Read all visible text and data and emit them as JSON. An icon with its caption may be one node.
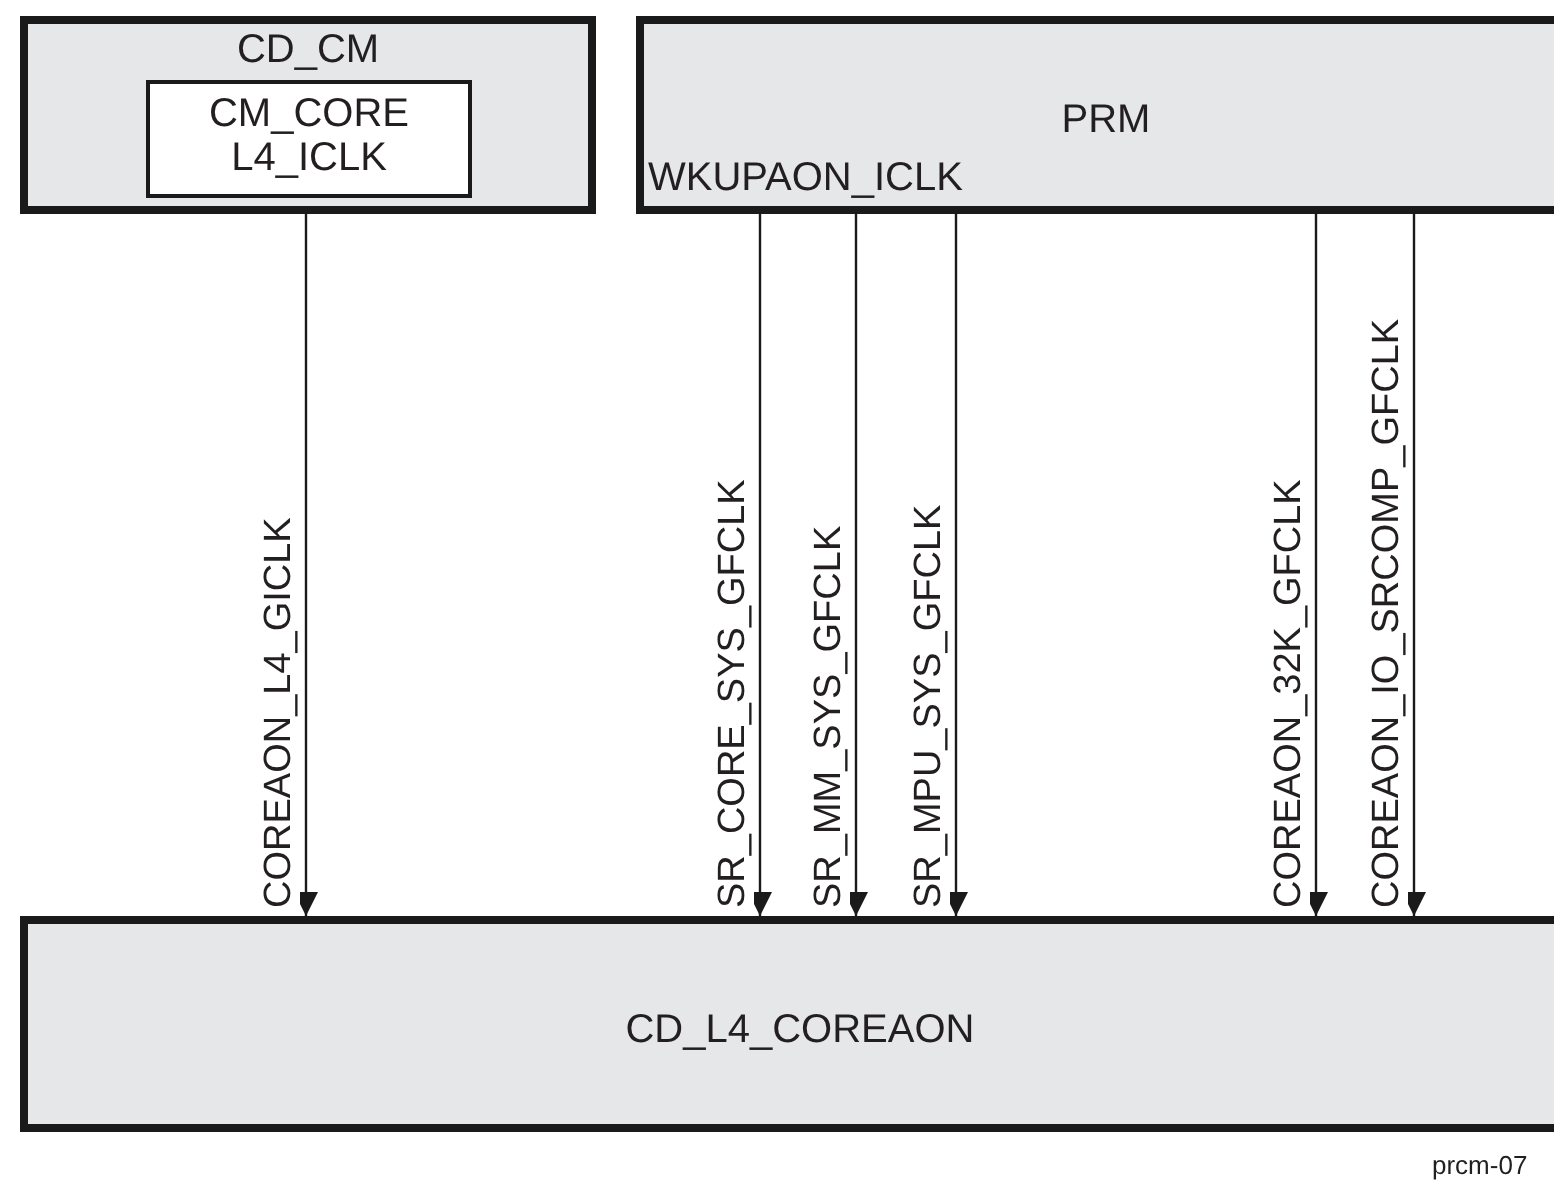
{
  "diagram": {
    "nodes": [
      {
        "text": [
          "CD_CM"
        ]
      },
      {
        "text": [
          "CM_CORE L4_ICLK"
        ],
        "in": 0
      },
      {
        "text": [
          "PRM",
          "WKUPAON_ICLK"
        ]
      },
      {
        "text": [
          "CD_L4_COREAON"
        ]
      }
    ],
    "edges": [
      {
        "from": 1,
        "to": 3,
        "arrow": "to",
        "label": "COREAON_L4_GICLK"
      },
      {
        "from": 2,
        "to": 3,
        "arrow": "to",
        "label": "SR_CORE_SYS_GFCLK"
      },
      {
        "from": 2,
        "to": 3,
        "arrow": "to",
        "label": "SR_MM_SYS_GFCLK"
      },
      {
        "from": 2,
        "to": 3,
        "arrow": "to",
        "label": "SR_MPU_SYS_GFCLK"
      },
      {
        "from": 2,
        "to": 3,
        "arrow": "to",
        "label": "COREAON_32K_GFCLK"
      },
      {
        "from": 2,
        "to": 3,
        "arrow": "to",
        "label": "COREAON_IO_SRCOMP_GFCLK"
      }
    ],
    "labels": [
      "prcm-07"
    ]
  }
}
